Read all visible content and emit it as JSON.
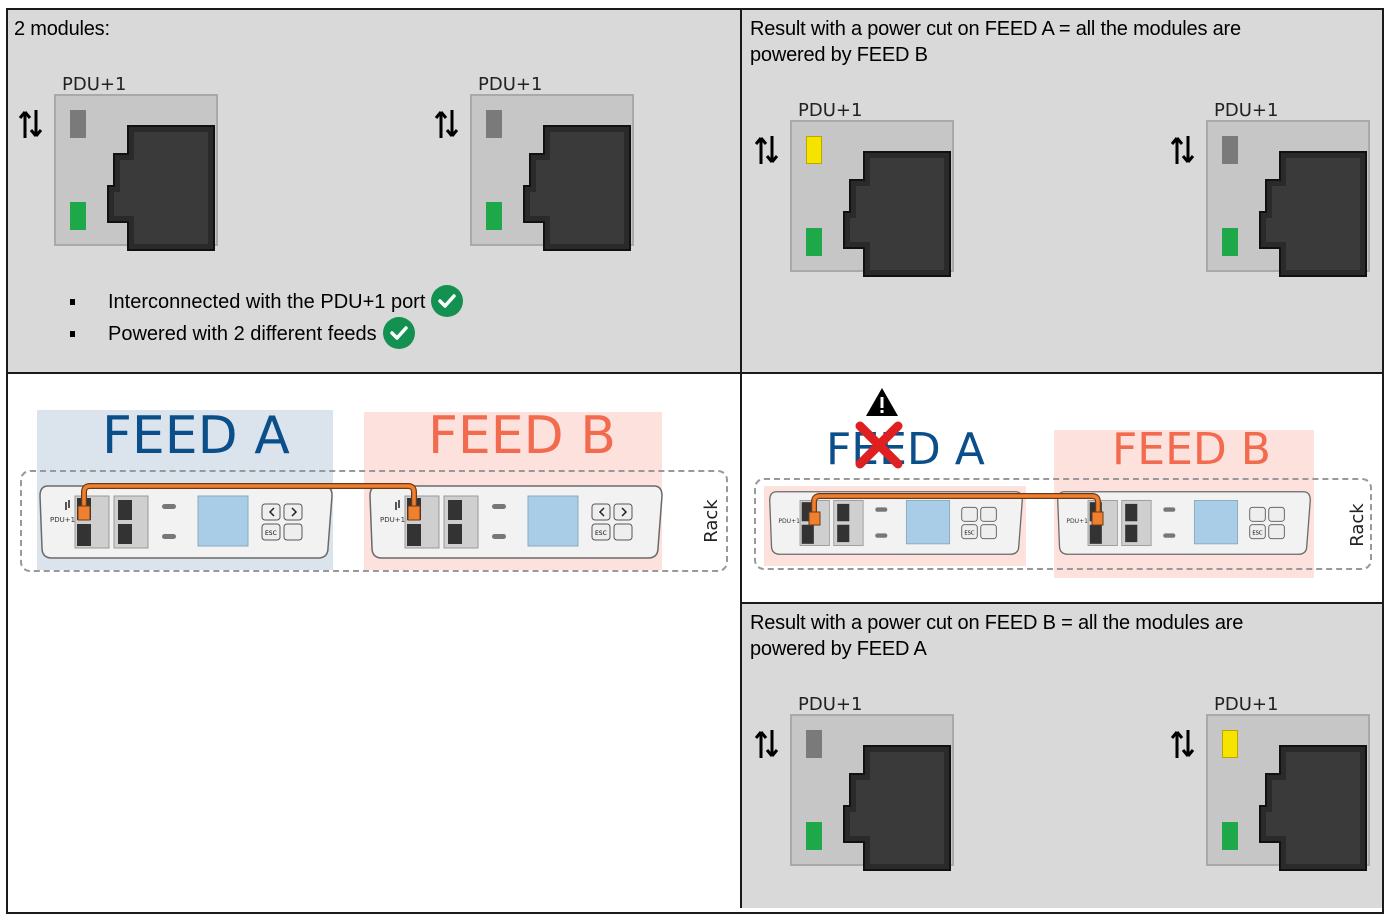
{
  "colors": {
    "panel_gray": "#d9d9d9",
    "feed_a_text": "#0b4f8a",
    "feed_a_bg": "#dbe4ec",
    "feed_b_text": "#f26b4f",
    "feed_b_bg": "#fde1dc",
    "led_green": "#1ea84a",
    "led_yellow": "#f5e400",
    "led_gray": "#7a7a7a",
    "cable_orange": "#f08030",
    "check_green": "#129150",
    "cross_red": "#e02020"
  },
  "panel_top_left": {
    "title": "2 modules:",
    "port_label": "PDU+1",
    "bullets": [
      "Interconnected with the PDU+1 port",
      "Powered with 2 different feeds"
    ]
  },
  "panel_top_right": {
    "title_line1": "Result with a power cut on FEED A = all the modules are",
    "title_line2": "powered by FEED B",
    "port_label": "PDU+1"
  },
  "panel_mid_left": {
    "feed_a": "FEED A",
    "feed_b": "FEED B",
    "rack_label": "Rack",
    "unit_port_label": "PDU+1",
    "esc_label": "ESC"
  },
  "panel_mid_right": {
    "feed_a": "FEED A",
    "feed_b": "FEED B",
    "rack_label": "Rack",
    "warning_icon": "warning-triangle-icon",
    "cross_icon": "red-cross-icon"
  },
  "panel_bottom_right": {
    "title_line1": "Result with a power cut on FEED B = all the modules are",
    "title_line2": "powered  by FEED A",
    "port_label": "PDU+1"
  }
}
